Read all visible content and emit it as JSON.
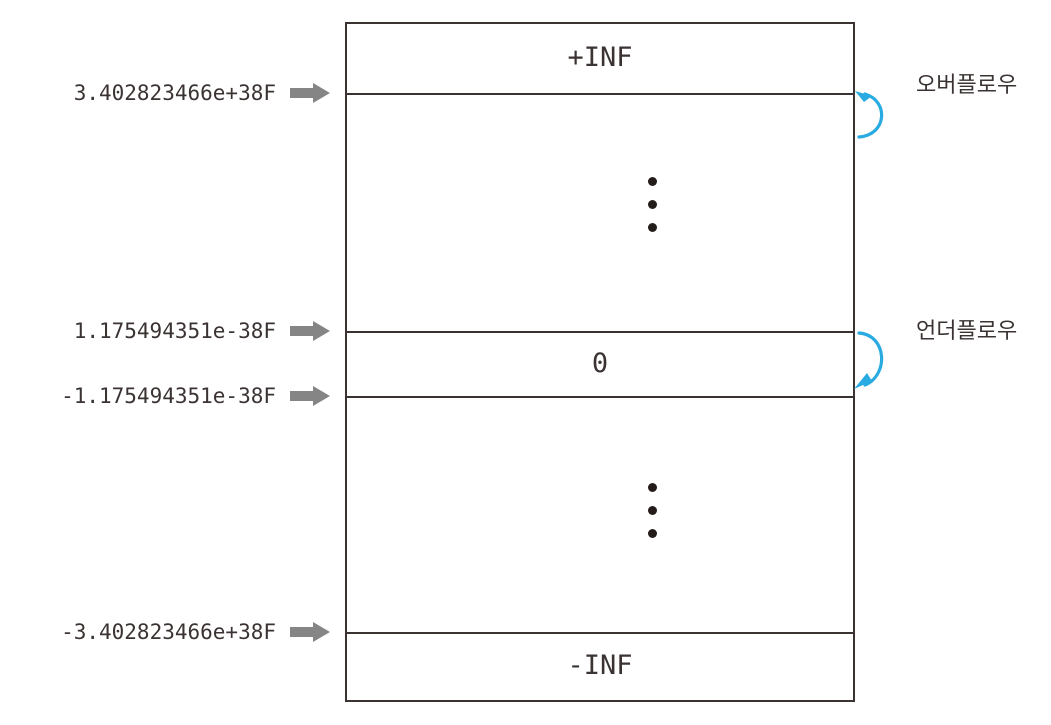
{
  "diagram": {
    "title": "IEEE 754 single-precision float value range",
    "accent_color": "#29ABE2",
    "line_color": "#3a3332",
    "marker_color": "#858585",
    "bands": [
      {
        "name": "positive-infinity",
        "label": "+INF"
      },
      {
        "name": "positive-normal-range",
        "label": ""
      },
      {
        "name": "zero",
        "label": "0"
      },
      {
        "name": "negative-normal-range",
        "label": ""
      },
      {
        "name": "negative-infinity",
        "label": "-INF"
      }
    ],
    "boundaries": [
      {
        "name": "max-positive",
        "value": "3.402823466e+38F"
      },
      {
        "name": "min-positive",
        "value": "1.175494351e-38F"
      },
      {
        "name": "min-negative",
        "value": "-1.175494351e-38F"
      },
      {
        "name": "max-negative",
        "value": "-3.402823466e+38F"
      }
    ],
    "annotations": [
      {
        "name": "overflow",
        "label": "오버플로우"
      },
      {
        "name": "underflow",
        "label": "언더플로우"
      }
    ],
    "ellipsis": {
      "dot_count": 3
    }
  }
}
